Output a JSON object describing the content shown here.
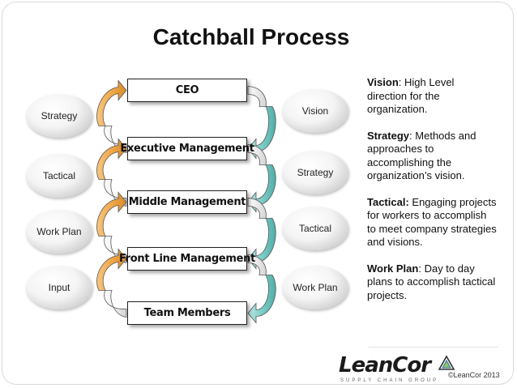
{
  "title": "Catchball Process",
  "levels": [
    "CEO",
    "Executive Management",
    "Middle Management",
    "Front Line Management",
    "Team Members"
  ],
  "left_labels": [
    "Strategy",
    "Tactical",
    "Work Plan",
    "Input"
  ],
  "right_labels": [
    "Vision",
    "Strategy",
    "Tactical",
    "Work Plan"
  ],
  "definitions": [
    {
      "term": "Vision",
      "sep": ":",
      "text": " High Level direction for the organization."
    },
    {
      "term": "Strategy",
      "sep": ":",
      "text": " Methods and approaches to accomplishing the organization’s vision."
    },
    {
      "term": "Tactical:",
      "sep": "",
      "text": " Engaging projects for workers to accomplish to meet company strategies and visions."
    },
    {
      "term": "Work Plan",
      "sep": ":",
      "text": " Day to day plans to accomplish tactical projects."
    }
  ],
  "logo": {
    "name": "LeanCor",
    "tagline": "SUPPLY CHAIN GROUP"
  },
  "copyright": "©LeanCor 2013",
  "colors": {
    "left_arrow": "#f0a848",
    "right_arrow": "#7ccdc6",
    "arrow_outline": "#555555"
  }
}
